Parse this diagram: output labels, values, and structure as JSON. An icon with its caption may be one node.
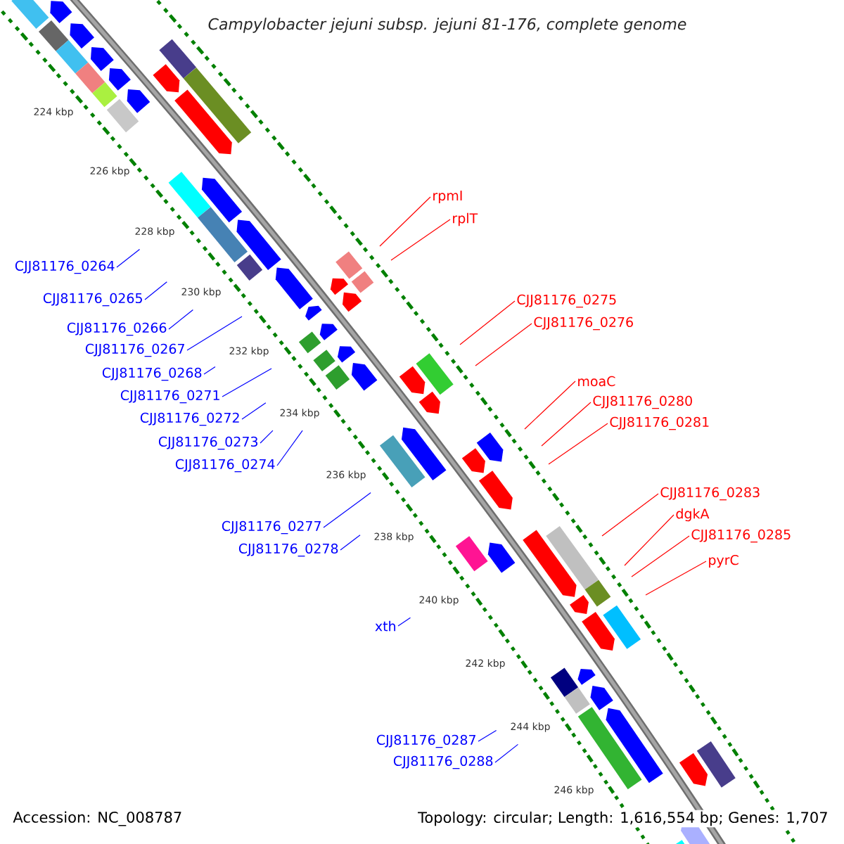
{
  "diagram": {
    "title": "Campylobacter jejuni subsp. jejuni 81-176, complete genome",
    "nodes": [
      {
        "text": [
          "rpmI"
        ]
      },
      {
        "text": [
          "rplT"
        ]
      },
      {
        "text": [
          "CJJ81176_0264"
        ]
      },
      {
        "text": [
          "CJJ81176_0265"
        ]
      },
      {
        "text": [
          "CJJ81176_0275"
        ]
      },
      {
        "text": [
          "CJJ81176_0276"
        ]
      },
      {
        "text": [
          "CJJ81176_0266"
        ]
      },
      {
        "text": [
          "CJJ81176_0267"
        ]
      },
      {
        "text": [
          "CJJ81176_0268"
        ]
      },
      {
        "text": [
          "moaC"
        ]
      },
      {
        "text": [
          "CJJ81176_0271"
        ]
      },
      {
        "text": [
          "CJJ81176_0280"
        ]
      },
      {
        "text": [
          "CJJ81176_0272"
        ]
      },
      {
        "text": [
          "CJJ81176_0281"
        ]
      },
      {
        "text": [
          "CJJ81176_0273"
        ]
      },
      {
        "text": [
          "CJJ81176_0274"
        ]
      },
      {
        "text": [
          "CJJ81176_0283"
        ]
      },
      {
        "text": [
          "dgkA"
        ]
      },
      {
        "text": [
          "CJJ81176_0277"
        ]
      },
      {
        "text": [
          "CJJ81176_0285"
        ]
      },
      {
        "text": [
          "CJJ81176_0278"
        ]
      },
      {
        "text": [
          "pyrC"
        ]
      },
      {
        "text": [
          "xth"
        ]
      },
      {
        "text": [
          "CJJ81176_0287"
        ]
      },
      {
        "text": [
          "CJJ81176_0288"
        ]
      }
    ],
    "edges": [
      {
        "from": 0,
        "to": null,
        "arrow": "none",
        "color": "#ff0000"
      },
      {
        "from": 1,
        "to": null,
        "arrow": "none",
        "color": "#ff0000"
      },
      {
        "from": 2,
        "to": null,
        "arrow": "none"
      },
      {
        "from": 3,
        "to": null,
        "arrow": "none"
      },
      {
        "from": 4,
        "to": null,
        "arrow": "none",
        "color": "#ff0000"
      },
      {
        "from": 5,
        "to": null,
        "arrow": "none",
        "color": "#ff0000"
      },
      {
        "from": 6,
        "to": null,
        "arrow": "none"
      },
      {
        "from": 7,
        "to": null,
        "arrow": "none"
      },
      {
        "from": 8,
        "to": null,
        "arrow": "none"
      },
      {
        "from": 9,
        "to": null,
        "arrow": "none",
        "color": "#ff0000"
      },
      {
        "from": 10,
        "to": null,
        "arrow": "none"
      },
      {
        "from": 11,
        "to": null,
        "arrow": "none",
        "color": "#ff0000"
      },
      {
        "from": 12,
        "to": null,
        "arrow": "none"
      },
      {
        "from": 13,
        "to": null,
        "arrow": "none",
        "color": "#ff0000"
      },
      {
        "from": 14,
        "to": null,
        "arrow": "none"
      },
      {
        "from": 15,
        "to": null,
        "arrow": "none"
      },
      {
        "from": 16,
        "to": null,
        "arrow": "none",
        "color": "#ff0000"
      },
      {
        "from": 17,
        "to": null,
        "arrow": "none",
        "color": "#ff0000"
      },
      {
        "from": 18,
        "to": null,
        "arrow": "none"
      },
      {
        "from": 19,
        "to": null,
        "arrow": "none",
        "color": "#ff0000"
      },
      {
        "from": 20,
        "to": null,
        "arrow": "none"
      },
      {
        "from": 21,
        "to": null,
        "arrow": "none",
        "color": "#ff0000"
      },
      {
        "from": 22,
        "to": null,
        "arrow": "none"
      },
      {
        "from": 23,
        "to": null,
        "arrow": "none"
      },
      {
        "from": 24,
        "to": null,
        "arrow": "none"
      }
    ],
    "labels": [
      "224 kbp",
      "226 kbp",
      "228 kbp",
      "230 kbp",
      "232 kbp",
      "234 kbp",
      "236 kbp",
      "238 kbp",
      "240 kbp",
      "242 kbp",
      "244 kbp",
      "246 kbp",
      "Accession: NC_008787",
      "Topology: circular; Length: 1,616,554 bp; Genes: 1,707"
    ]
  }
}
